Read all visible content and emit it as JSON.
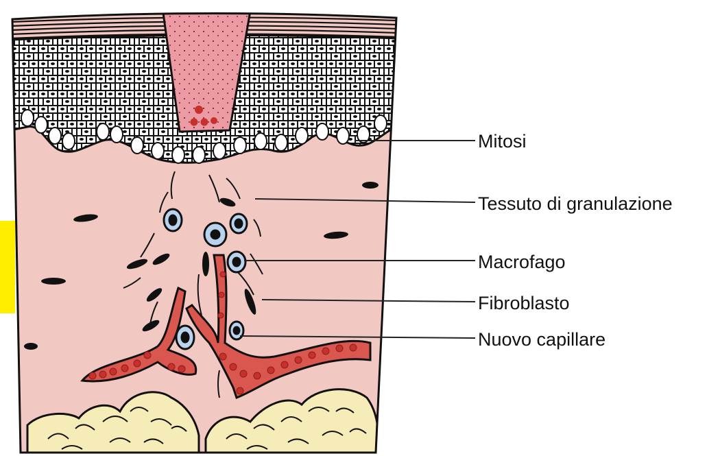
{
  "labels": {
    "mitosi": "Mitosi",
    "tessuto": "Tessuto di granulazione",
    "macrofago": "Macrofago",
    "fibroblasto": "Fibroblasto",
    "capillare": "Nuovo capillare"
  },
  "colors": {
    "dermis": "#f2c8c3",
    "scab": "#ec9aa4",
    "capillary": "#d9574f",
    "blood_cell": "#c8302c",
    "macrophage": "#b9d3ee",
    "fat": "#f6ecb8",
    "highlight": "#ffee00",
    "ink": "#111111"
  }
}
